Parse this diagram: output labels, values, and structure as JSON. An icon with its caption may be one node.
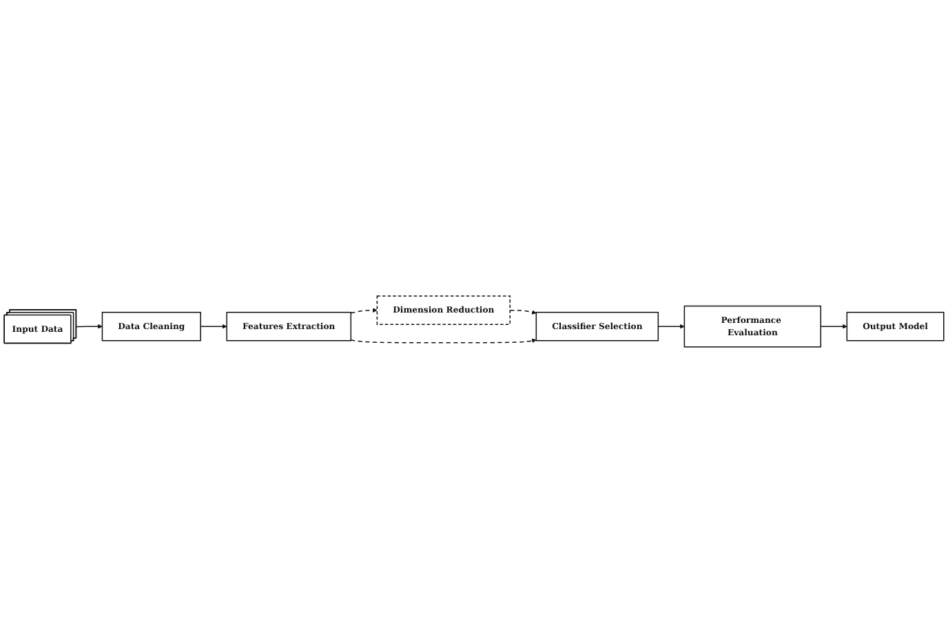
{
  "diagram": {
    "nodes": [
      {
        "text": [
          "Input Data"
        ]
      },
      {
        "text": [
          "Data Cleaning"
        ]
      },
      {
        "text": [
          "Features Extraction"
        ]
      },
      {
        "text": [
          "Dimension Reduction"
        ]
      },
      {
        "text": [
          "Classifier Selection"
        ]
      },
      {
        "text": [
          "Performance Evaluation"
        ]
      },
      {
        "text": [
          "Output Model"
        ]
      }
    ],
    "edges": [
      {
        "from": 0,
        "to": 1,
        "arrow": "to"
      },
      {
        "from": 1,
        "to": 2,
        "arrow": "to"
      },
      {
        "from": 2,
        "to": 3,
        "arrow": "to",
        "style": "dashed"
      },
      {
        "from": 3,
        "to": 4,
        "arrow": "to",
        "style": "dashed"
      },
      {
        "from": 2,
        "to": 4,
        "arrow": "to",
        "style": "dashed"
      },
      {
        "from": 4,
        "to": 5,
        "arrow": "to"
      },
      {
        "from": 5,
        "to": 6,
        "arrow": "to"
      }
    ]
  }
}
